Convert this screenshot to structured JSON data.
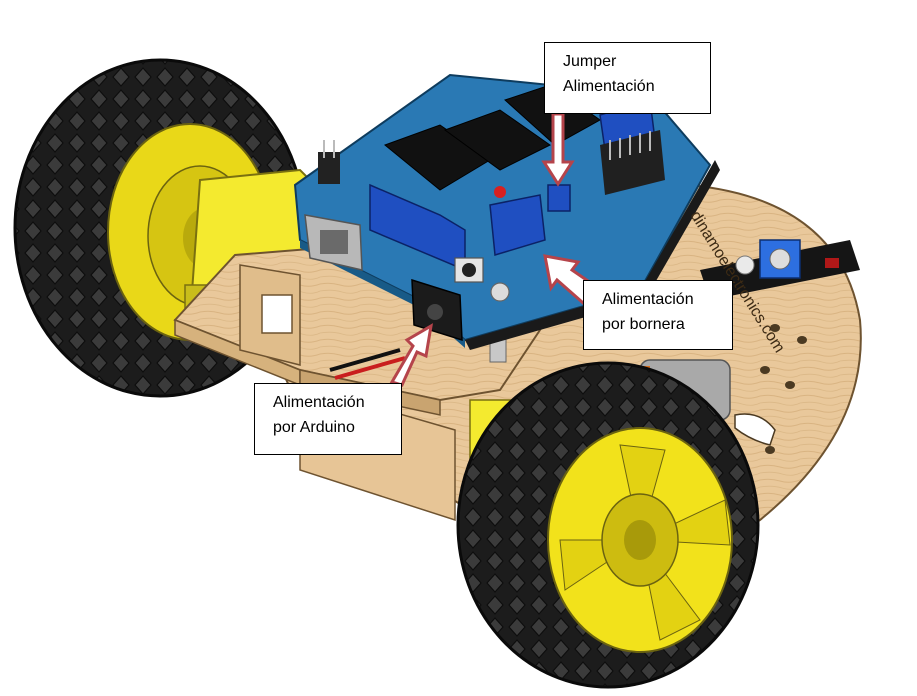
{
  "callouts": {
    "jumper": {
      "line1": "Jumper",
      "line2": "Alimentación"
    },
    "bornera": {
      "line1": "Alimentación",
      "line2": "por bornera"
    },
    "arduino": {
      "line1": "Alimentación",
      "line2": "por Arduino"
    }
  },
  "board_text": "dinamoelectronics.com",
  "colors": {
    "arrow": "#b5444b",
    "wood": "#e8c79a",
    "wheel_hub": "#f2e21b",
    "tire": "#1c1c1c",
    "shield": "#2a79b4",
    "terminal_block": "#1f4fc1",
    "header": "#151515",
    "motor": "#f4ea2f"
  },
  "icons": [
    "usb-b-port-icon",
    "dc-barrel-jack-icon",
    "jumper-icon",
    "led-icon",
    "push-button-icon",
    "potentiometer-icon"
  ]
}
